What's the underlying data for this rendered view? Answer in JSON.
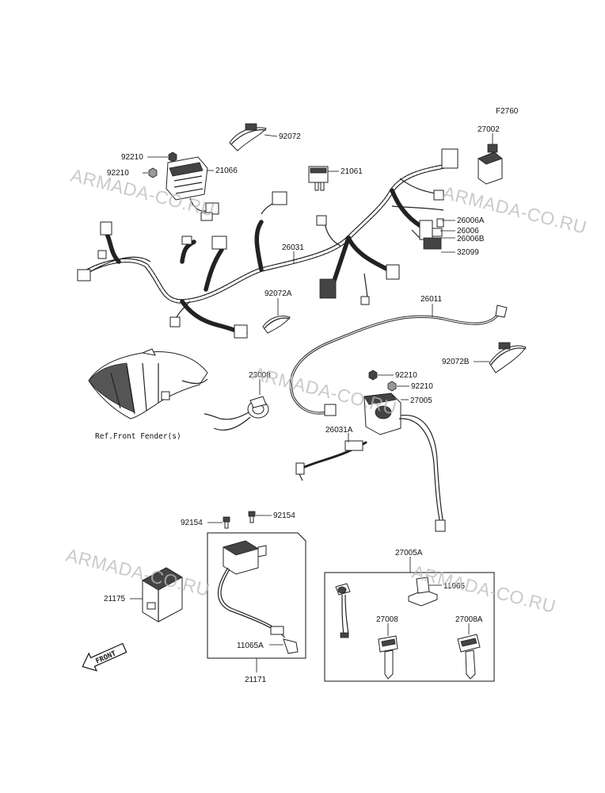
{
  "page_code": "F2760",
  "watermark": "ARMADA-CO.RU",
  "reference_note": "Ref.Front Fender(s)",
  "front_arrow": "FRONT",
  "parts": {
    "p27002": "27002",
    "p92072": "92072",
    "p92210_a": "92210",
    "p92210_b": "92210",
    "p21066": "21066",
    "p21061": "21061",
    "p26006A": "26006A",
    "p26006": "26006",
    "p26006B": "26006B",
    "p32099": "32099",
    "p26031": "26031",
    "p92072A": "92072A",
    "p26011": "26011",
    "p92072B": "92072B",
    "p23008": "23008",
    "p92210_c": "92210",
    "p92210_d": "92210",
    "p27005": "27005",
    "p26031A": "26031A",
    "p92154_a": "92154",
    "p92154_b": "92154",
    "p27005A": "27005A",
    "p11065": "11065",
    "p21175": "21175",
    "p27008": "27008",
    "p27008A": "27008A",
    "p11065A": "11065A",
    "p21171": "21171"
  }
}
